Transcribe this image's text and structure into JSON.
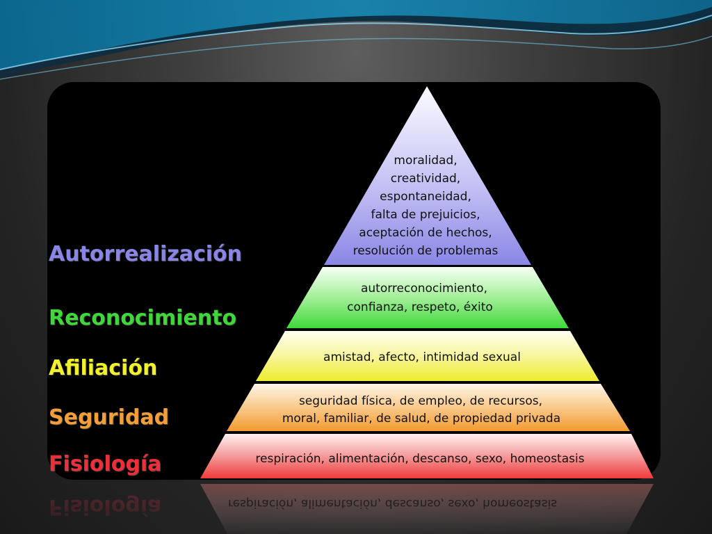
{
  "levels": [
    {
      "name": "Autorrealización",
      "color": "#8a86e8",
      "description": [
        "moralidad,",
        "creatividad,",
        "espontaneidad,",
        "falta de prejuicios,",
        "aceptación de hechos,",
        "resolución de problemas"
      ]
    },
    {
      "name": "Reconocimiento",
      "color": "#3ed83a",
      "description": [
        "autorreconocimiento,",
        "confianza, respeto, éxito"
      ]
    },
    {
      "name": "Afiliación",
      "color": "#f2ef2c",
      "description": [
        "amistad, afecto, intimidad sexual"
      ]
    },
    {
      "name": "Seguridad",
      "color": "#f39e38",
      "description": [
        "seguridad física, de empleo, de recursos,",
        "moral, familiar, de salud, de propiedad privada"
      ]
    },
    {
      "name": "Fisiología",
      "color": "#ee2f3a",
      "description": [
        "respiración, alimentación, descanso, sexo, homeostasis"
      ]
    }
  ]
}
